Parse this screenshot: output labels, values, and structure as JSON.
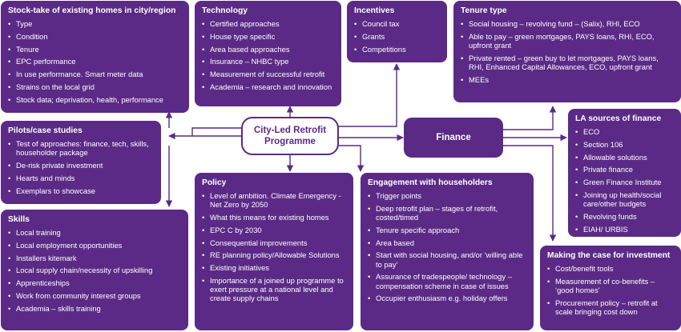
{
  "center": {
    "title": "City-Led Retrofit Programme"
  },
  "finance": {
    "title": "Finance"
  },
  "stocktake": {
    "title": "Stock-take of existing homes in city/region",
    "items": [
      "Type",
      "Condition",
      "Tenure",
      "EPC performance",
      "In use performance.  Smart meter data",
      "Strains on the local grid",
      "Stock data; deprivation, health, performance"
    ]
  },
  "technology": {
    "title": "Technology",
    "items": [
      "Certified approaches",
      "House type specific",
      "Area based approaches",
      "Insurance – NHBC type",
      "Measurement of successful retrofit",
      "Academia – research and innovation"
    ]
  },
  "incentives": {
    "title": "Incentives",
    "items": [
      "Council tax",
      "Grants",
      "Competitions"
    ]
  },
  "tenure": {
    "title": "Tenure type",
    "items": [
      "Social housing – revolving fund – (Salix), RHI, ECO",
      "Able to pay – green mortgages, PAYS loans, RHI, ECO, upfront grant",
      "Private rented – green buy to let mortgages, PAYS loans, RHI, Enhanced Capital Allowances, ECO, upfront grant",
      "MEEs"
    ]
  },
  "pilots": {
    "title": "Pilots/case studies",
    "items": [
      "Test of approaches: finance, tech, skills, householder package",
      "De-risk private investment",
      "Hearts and minds",
      "Exemplars to showcase"
    ]
  },
  "la_finance": {
    "title": "LA sources of finance",
    "items": [
      "ECO",
      "Section 106",
      "Allowable solutions",
      "Private finance",
      "Green Finance Institute",
      "Joining up health/social care/other budgets",
      "Revolving funds",
      "EIAH/ URBIS"
    ]
  },
  "skills": {
    "title": "Skills",
    "items": [
      "Local training",
      "Local employment opportunities",
      "Installers kitemark",
      "Local supply chain/necessity of upskilling",
      "Apprenticeships",
      "Work from community interest groups",
      "Academia – skills training"
    ]
  },
  "policy": {
    "title": "Policy",
    "items": [
      "Level of ambition. Climate Emergency - Net Zero by 2050",
      "What this means for existing homes",
      "EPC C by 2030",
      "Consequential improvements",
      "RE planning policy/Allowable Solutions",
      "Existing initiatives",
      "Importance of a joined up programme to exert pressure at a national level and create supply chains"
    ]
  },
  "engagement": {
    "title": "Engagement with householders",
    "items": [
      "Trigger points",
      "Deep retrofit plan – stages of retrofit, costed/timed",
      "Tenure specific approach",
      "Area based",
      "Start with social housing, and/or ‘willing able to pay’",
      "Assurance of tradespeople/ technology – compensation scheme in case of issues",
      "Occupier enthusiasm e.g. holiday offers"
    ]
  },
  "making_case": {
    "title": "Making the case for investment",
    "items": [
      "Cost/benefit tools",
      "Measurement of co-benefits – ‘good homes’",
      "Procurement policy – retrofit at scale bringing cost down"
    ]
  },
  "colors": {
    "primary": "#5b2a86",
    "background": "#ffffff"
  }
}
